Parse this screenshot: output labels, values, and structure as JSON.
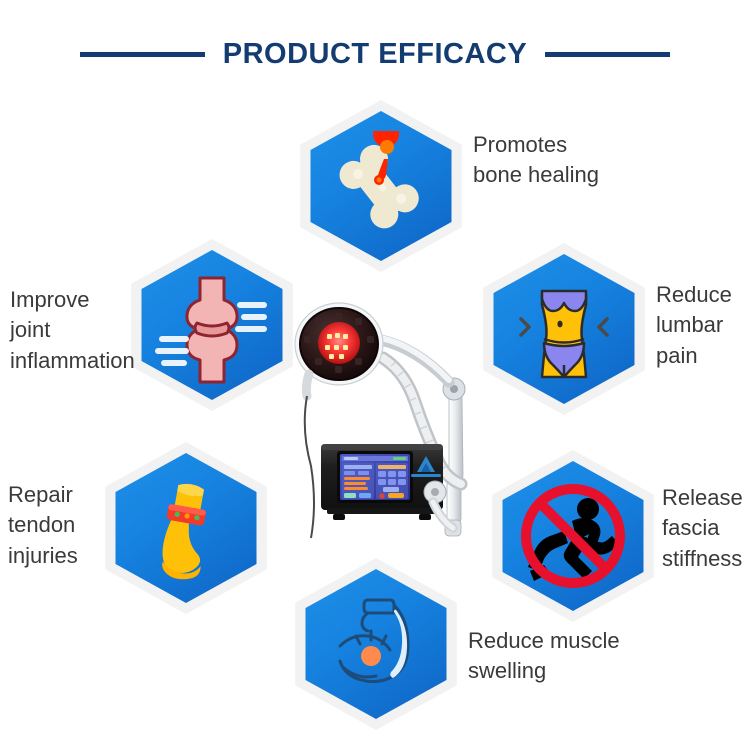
{
  "header": {
    "title": "PRODUCT EFFICACY"
  },
  "theme": {
    "title_color": "#123C72",
    "label_color": "#3A3A3A",
    "hexagon_blue_light": "#1E90E8",
    "hexagon_blue_dark": "#0E63C4",
    "hexagon_frame": "#F2F2F2",
    "background": "#FFFFFF",
    "accent_red": "#E8112D",
    "accent_orange": "#FF8A4C",
    "accent_yellow": "#FFC107",
    "accent_purple": "#8B85F0"
  },
  "benefits": [
    {
      "id": "bone-healing",
      "label": "Promotes\nbone healing",
      "icon": "bone-with-inflammation-icon",
      "position": "top",
      "label_side": "right"
    },
    {
      "id": "joint-inflammation",
      "label": "Improve\njoint\ninflammation",
      "icon": "knee-joint-icon",
      "position": "upper-left",
      "label_side": "left"
    },
    {
      "id": "lumbar-pain",
      "label": "Reduce\nlumbar\npain",
      "icon": "slim-waist-torso-icon",
      "position": "upper-right",
      "label_side": "right"
    },
    {
      "id": "tendon-injuries",
      "label": "Repair\ntendon\ninjuries",
      "icon": "foot-ankle-band-icon",
      "position": "lower-left",
      "label_side": "left"
    },
    {
      "id": "muscle-swelling",
      "label": "Reduce muscle\nswelling",
      "icon": "flexed-bicep-pain-icon",
      "position": "bottom",
      "label_side": "right"
    },
    {
      "id": "fascia-stiffness",
      "label": "Release\nfascia\nstiffness",
      "icon": "no-running-prohibition-icon",
      "position": "lower-right",
      "label_side": "right"
    }
  ],
  "device": {
    "name": "shockwave-therapy-machine",
    "parts": [
      "emitter-head-with-red-led-array",
      "articulated-support-arm",
      "flexible-hose",
      "black-console-body",
      "color-touchscreen-panel",
      "vertical-support-column"
    ],
    "screen": {
      "left_panel_label": "parameter-sliders",
      "right_panel_label": "mode-button-grid"
    }
  }
}
